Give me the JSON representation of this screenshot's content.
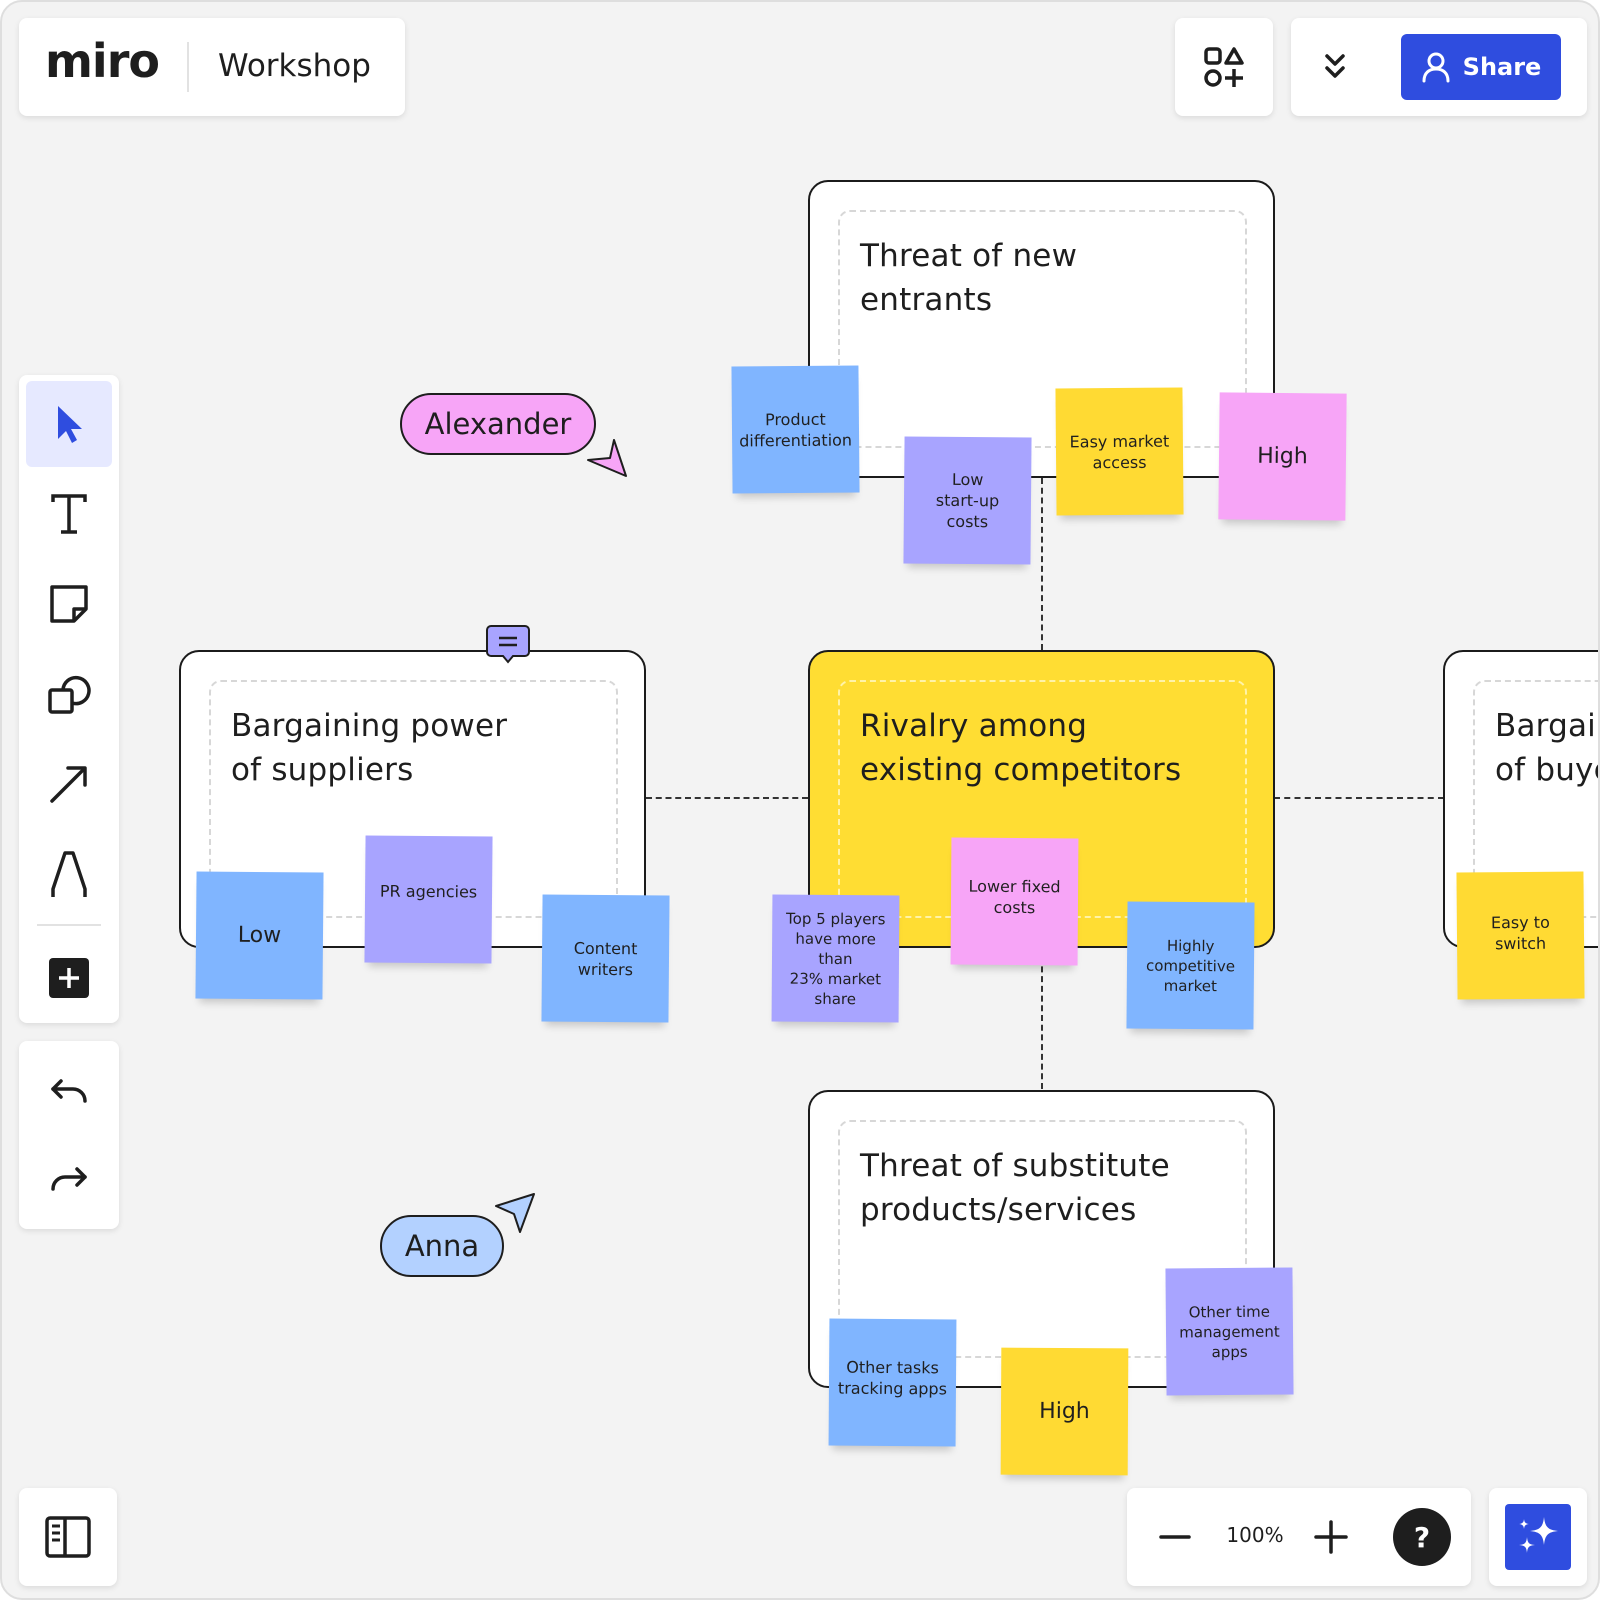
{
  "header": {
    "logo_text": "miro",
    "board_name": "Workshop",
    "share_label": "Share"
  },
  "toolbar": {
    "tools": [
      {
        "name": "select",
        "icon": "cursor-arrow-icon",
        "active": true
      },
      {
        "name": "text",
        "icon": "text-icon"
      },
      {
        "name": "sticky-note",
        "icon": "sticky-note-icon"
      },
      {
        "name": "shapes",
        "icon": "shapes-icon"
      },
      {
        "name": "connection-line",
        "icon": "arrow-line-icon"
      },
      {
        "name": "pen",
        "icon": "pen-icon"
      },
      {
        "name": "more",
        "icon": "plus-square-icon"
      }
    ],
    "undo_icon": "undo-icon",
    "redo_icon": "redo-icon"
  },
  "frames": {
    "new_entrants": "Threat of new\nentrants",
    "suppliers": "Bargaining power\nof suppliers",
    "rivalry": "Rivalry among\nexisting competitors",
    "buyers": "Bargaining power\nof buyers",
    "substitutes": "Threat of substitute\nproducts/services"
  },
  "stickies": {
    "product_differentiation": "Product\ndifferentiation",
    "low_startup_costs": "Low\nstart-up\ncosts",
    "easy_market_access": "Easy market\naccess",
    "high_entrants": "High",
    "low_suppliers": "Low",
    "pr_agencies": "PR agencies",
    "content_writers": "Content\nwriters",
    "top5_players": "Top 5 players\nhave more than\n23% market\nshare",
    "lower_fixed_costs": "Lower fixed\ncosts",
    "highly_competitive": "Highly\ncompetitive\nmarket",
    "easy_to_switch": "Easy to\nswitch",
    "other_tasks_apps": "Other tasks\ntracking apps",
    "high_substitutes": "High",
    "other_time_apps": "Other time\nmanagement\napps"
  },
  "collaborators": [
    {
      "name": "Alexander",
      "color": "#f7a5f7"
    },
    {
      "name": "Anna",
      "color": "#b3d1ff"
    }
  ],
  "zoom": {
    "level": "100%"
  },
  "colors": {
    "accent": "#2f4ddf",
    "sticky_blue": "#80b5ff",
    "sticky_purple": "#a8a4ff",
    "sticky_yellow": "#ffda33",
    "sticky_pink": "#f7a5f7",
    "frame_yellow": "#ffdd33"
  }
}
